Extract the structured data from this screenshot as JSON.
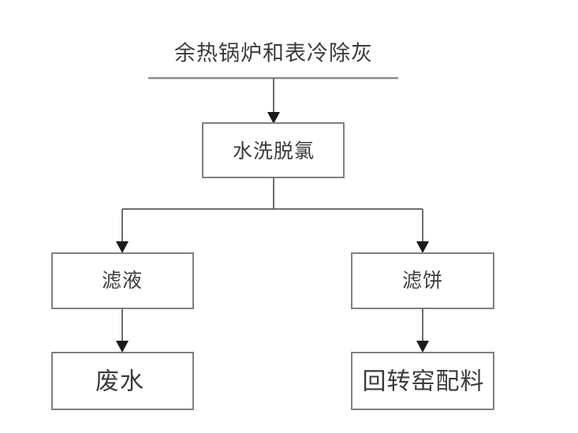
{
  "diagram": {
    "title": "余热锅炉和表冷除灰",
    "background_color": "#ffffff",
    "box_border_color": "#808080",
    "line_color": "#6e6e6e",
    "text_color": "#3b3b3b",
    "nodes": {
      "source": {
        "label": "余热锅炉和表冷除灰"
      },
      "process": {
        "label": "水洗脱氯"
      },
      "branch_left": {
        "label": "滤液"
      },
      "branch_right": {
        "label": "滤饼"
      },
      "output_left": {
        "label": "废水"
      },
      "output_right": {
        "label": "回转窑配料"
      }
    },
    "edges": [
      {
        "from": "余热锅炉和表冷除灰",
        "to": "水洗脱氯"
      },
      {
        "from": "水洗脱氯",
        "to": "滤液"
      },
      {
        "from": "水洗脱氯",
        "to": "滤饼"
      },
      {
        "from": "滤液",
        "to": "废水"
      },
      {
        "from": "滤饼",
        "to": "回转窑配料"
      }
    ]
  }
}
